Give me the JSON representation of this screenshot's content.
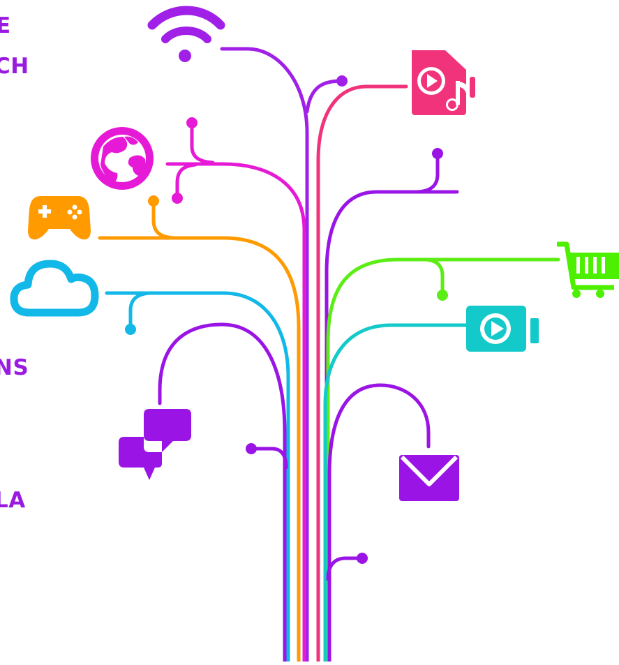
{
  "labels": {
    "label_1": "E",
    "label_2": "CH",
    "label_3": "NS",
    "label_4": "LA"
  },
  "colors": {
    "purple": "#9a14e6",
    "violet": "#a020e8",
    "magenta": "#e61ad6",
    "pink": "#f5139a",
    "orange": "#ff9a00",
    "cyan": "#11b8e8",
    "teal": "#14c9c9",
    "green": "#5cee14",
    "rose": "#f0337a",
    "lime": "#4cf000",
    "label": "#9a1be0"
  },
  "icons": [
    "wifi-icon",
    "music-video-file-icon",
    "globe-icon",
    "gamepad-icon",
    "cloud-icon",
    "shopping-cart-icon",
    "video-camera-icon",
    "chat-bubbles-icon",
    "envelope-icon"
  ]
}
